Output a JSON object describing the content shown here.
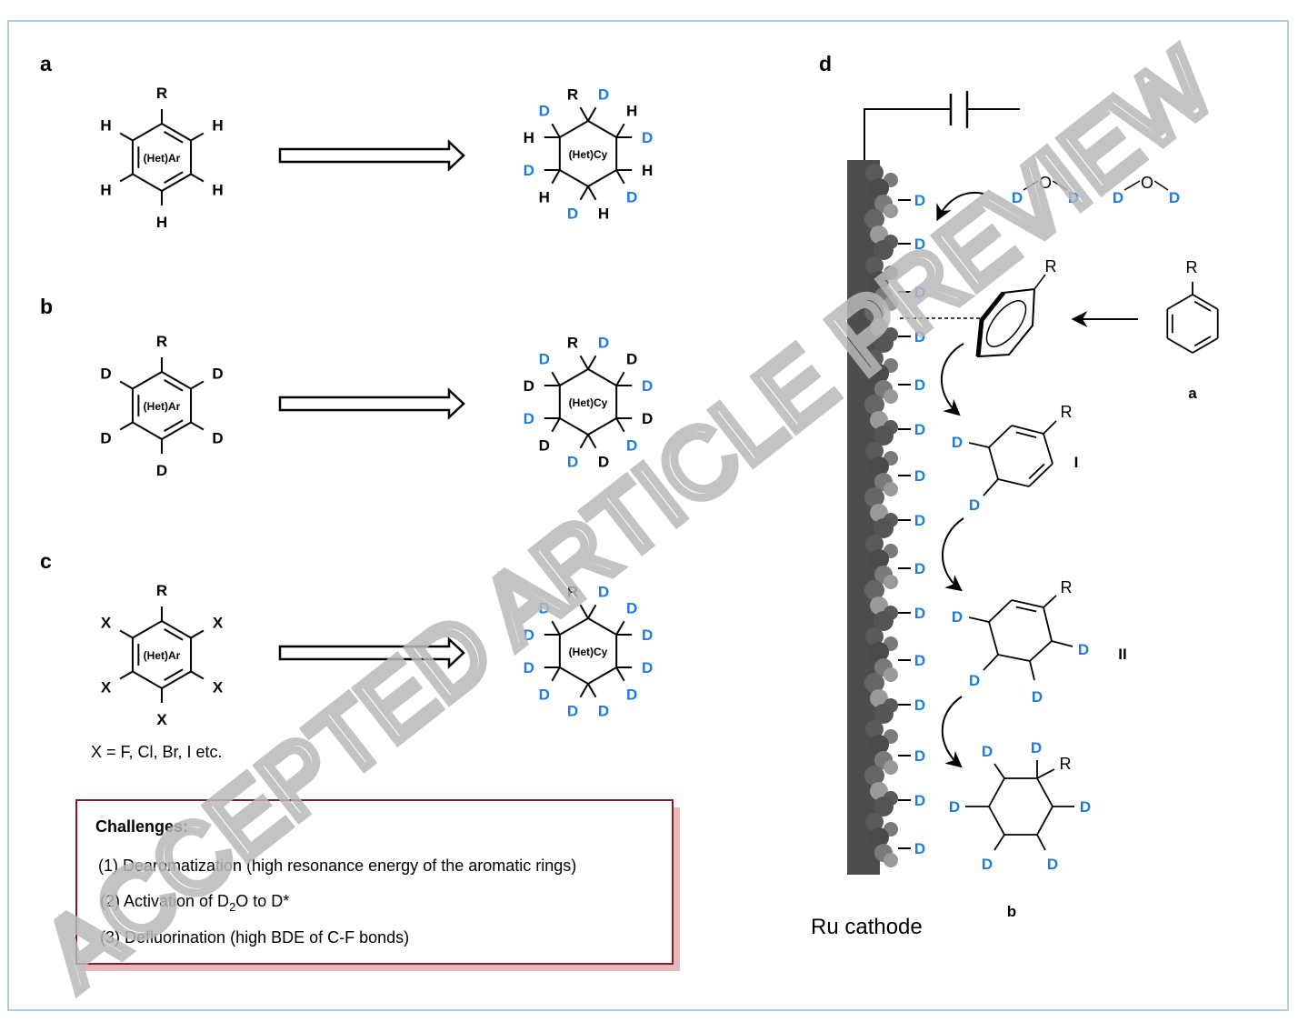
{
  "colors": {
    "deuterium": "#1c7ce0",
    "atom": "#000000",
    "electrode": "#4d4d4d",
    "box_border": "#8b1a24",
    "box_shadow": "#e3b9bd",
    "frame": "#b3cde8",
    "watermark": "#b9b9b9"
  },
  "panels": {
    "a": "a",
    "b": "b",
    "c": "c",
    "d": "d"
  },
  "rows": [
    {
      "reactant": {
        "center": "(Het)Ar",
        "subs": [
          "R",
          "H",
          "H",
          "H",
          "H",
          "H"
        ]
      },
      "product": {
        "center": "(Het)Cy",
        "subs": [
          [
            {
              "t": "R",
              "c": "#000000"
            },
            {
              "t": "D",
              "c": "#1c7ce0"
            }
          ],
          [
            {
              "t": "H",
              "c": "#000000"
            },
            {
              "t": "D",
              "c": "#1c7ce0"
            }
          ],
          [
            {
              "t": "H",
              "c": "#000000"
            },
            {
              "t": "D",
              "c": "#1c7ce0"
            }
          ],
          [
            {
              "t": "H",
              "c": "#000000"
            },
            {
              "t": "D",
              "c": "#1c7ce0"
            }
          ],
          [
            {
              "t": "H",
              "c": "#000000"
            },
            {
              "t": "D",
              "c": "#1c7ce0"
            }
          ],
          [
            {
              "t": "H",
              "c": "#000000"
            },
            {
              "t": "D",
              "c": "#1c7ce0"
            }
          ]
        ]
      }
    },
    {
      "reactant": {
        "center": "(Het)Ar",
        "subs": [
          "R",
          "D",
          "D",
          "D",
          "D",
          "D"
        ]
      },
      "product": {
        "center": "(Het)Cy",
        "subs": [
          [
            {
              "t": "R",
              "c": "#000000"
            },
            {
              "t": "D",
              "c": "#1c7ce0"
            }
          ],
          [
            {
              "t": "D",
              "c": "#000000"
            },
            {
              "t": "D",
              "c": "#1c7ce0"
            }
          ],
          [
            {
              "t": "D",
              "c": "#000000"
            },
            {
              "t": "D",
              "c": "#1c7ce0"
            }
          ],
          [
            {
              "t": "D",
              "c": "#000000"
            },
            {
              "t": "D",
              "c": "#1c7ce0"
            }
          ],
          [
            {
              "t": "D",
              "c": "#000000"
            },
            {
              "t": "D",
              "c": "#1c7ce0"
            }
          ],
          [
            {
              "t": "D",
              "c": "#000000"
            },
            {
              "t": "D",
              "c": "#1c7ce0"
            }
          ]
        ]
      }
    },
    {
      "reactant": {
        "center": "(Het)Ar",
        "subs": [
          "R",
          "X",
          "X",
          "X",
          "X",
          "X"
        ]
      },
      "product": {
        "center": "(Het)Cy",
        "subs": [
          [
            {
              "t": "R",
              "c": "#000000"
            },
            {
              "t": "D",
              "c": "#1c7ce0"
            }
          ],
          [
            {
              "t": "D",
              "c": "#1c7ce0"
            },
            {
              "t": "D",
              "c": "#1c7ce0"
            }
          ],
          [
            {
              "t": "D",
              "c": "#1c7ce0"
            },
            {
              "t": "D",
              "c": "#1c7ce0"
            }
          ],
          [
            {
              "t": "D",
              "c": "#1c7ce0"
            },
            {
              "t": "D",
              "c": "#1c7ce0"
            }
          ],
          [
            {
              "t": "D",
              "c": "#1c7ce0"
            },
            {
              "t": "D",
              "c": "#1c7ce0"
            }
          ],
          [
            {
              "t": "D",
              "c": "#1c7ce0"
            },
            {
              "t": "D",
              "c": "#1c7ce0"
            }
          ]
        ]
      }
    }
  ],
  "x_note": "X = F, Cl, Br, I etc.",
  "challenges": {
    "title": "Challenges:",
    "line1": "(1) Dearomatization (high resonance energy of the aromatic rings)",
    "line2_pre": "(2) Activation of D",
    "line2_sub": "2",
    "line2_post": "O to D*",
    "line3": "(3) Defluorination (high BDE of C-F bonds)"
  },
  "mechanism": {
    "surface_label": "D",
    "surface_d_count": 15,
    "water": {
      "h": "D",
      "o": "O"
    },
    "substrate_r": "R",
    "substrate_label": "a",
    "intermediate1": {
      "label": "I",
      "r": "R",
      "d": "D"
    },
    "intermediate2": {
      "label": "II",
      "r": "R",
      "d": "D"
    },
    "product": {
      "label": "b",
      "r": "R",
      "d": "D"
    },
    "cathode_label": "Ru cathode"
  },
  "watermark": "ACCEPTED ARTICLE PREVIEW"
}
